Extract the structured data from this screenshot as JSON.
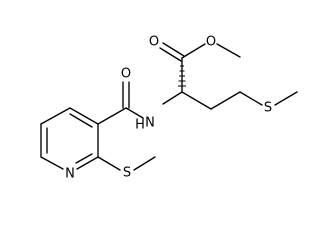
{
  "molecule": {
    "atoms": {
      "carbonyl_oxygen_ester": "O",
      "ether_oxygen_ester": "O",
      "amide_oxygen": "O",
      "amide_nitrogen": "N",
      "amide_hydrogen": "H",
      "chain_sulfur": "S",
      "pyridine_nitrogen": "N",
      "ring_sulfur": "S"
    },
    "colors": {
      "bond": "#000000",
      "label": "#000000",
      "background": "#ffffff"
    }
  }
}
